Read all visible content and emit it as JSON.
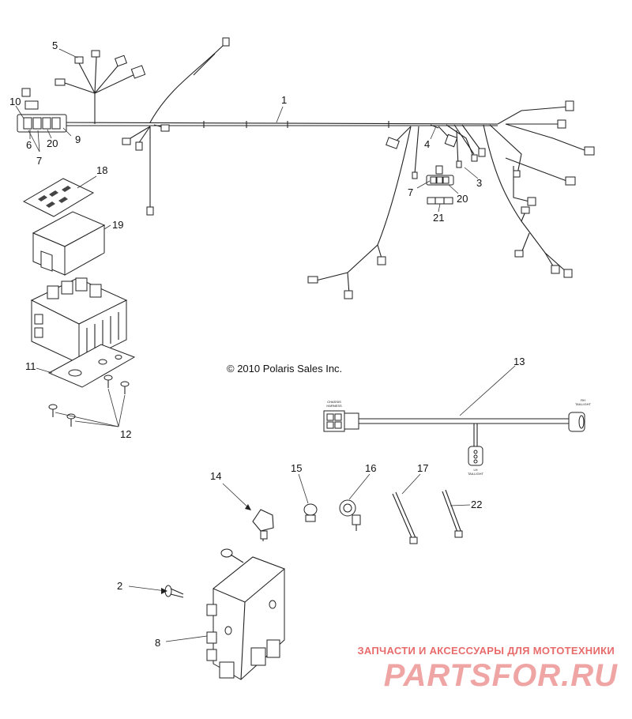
{
  "copyright": "© 2010 Polaris Sales Inc.",
  "callouts": {
    "c1": "1",
    "c2": "2",
    "c3": "3",
    "c4": "4",
    "c5": "5",
    "c6": "6",
    "c7a": "7",
    "c7b": "7",
    "c8": "8",
    "c9": "9",
    "c10": "10",
    "c11": "11",
    "c12": "12",
    "c13": "13",
    "c14": "14",
    "c15": "15",
    "c16": "16",
    "c17": "17",
    "c18": "18",
    "c19": "19",
    "c20a": "20",
    "c20b": "20",
    "c21": "21",
    "c22": "22"
  },
  "harness_labels": {
    "chassis": "CHASSIS",
    "harness": "HARNESS",
    "rh": "RH",
    "rh_taillight": "TAILLIGHT",
    "lh": "LH",
    "lh_taillight": "TAILLIGHT"
  },
  "watermark": {
    "tagline": "ЗАПЧАСТИ И АКСЕССУАРЫ ДЛЯ МОТОТЕХНИКИ",
    "brand": "PARTSFOR.RU"
  },
  "colors": {
    "line": "#222222",
    "watermark": "#f0a5a5",
    "watermark_text": "#e86b6b"
  }
}
